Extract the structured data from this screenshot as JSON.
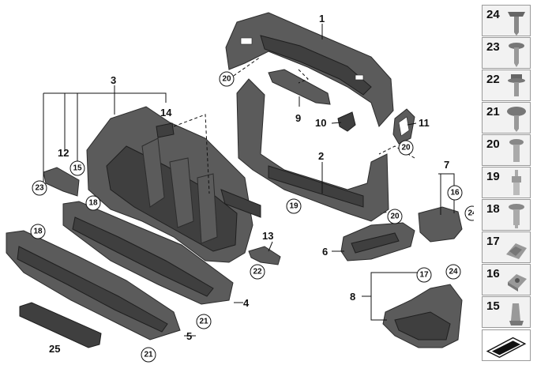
{
  "part_labels": {
    "p1": "1",
    "p2": "2",
    "p3": "3",
    "p4": "4",
    "p5": "5",
    "p6": "6",
    "p7": "7",
    "p8": "8",
    "p9": "9",
    "p10": "10",
    "p11": "11",
    "p12": "12",
    "p13": "13",
    "p14": "14",
    "p25": "25"
  },
  "callouts": {
    "c15": "15",
    "c16": "16",
    "c17": "17",
    "c18a": "18",
    "c18b": "18",
    "c19": "19",
    "c20a": "20",
    "c20b": "20",
    "c20c": "20",
    "c21a": "21",
    "c21b": "21",
    "c22": "22",
    "c23": "23",
    "c24a": "24",
    "c24b": "24"
  },
  "legend": [
    {
      "num": "24",
      "icon": "screw-icon"
    },
    {
      "num": "23",
      "icon": "flat-screw-icon"
    },
    {
      "num": "22",
      "icon": "collar-screw-icon"
    },
    {
      "num": "21",
      "icon": "washer-screw-icon"
    },
    {
      "num": "20",
      "icon": "rivet-icon"
    },
    {
      "num": "19",
      "icon": "expanding-rivet-icon"
    },
    {
      "num": "18",
      "icon": "push-rivet-icon"
    },
    {
      "num": "17",
      "icon": "clip-nut-icon"
    },
    {
      "num": "16",
      "icon": "square-nut-icon"
    },
    {
      "num": "15",
      "icon": "spring-nut-icon"
    }
  ],
  "colors": {
    "part": "#5b5b5b",
    "part_dark": "#3f3f3f",
    "legend_bg": "#f2f2f2"
  }
}
